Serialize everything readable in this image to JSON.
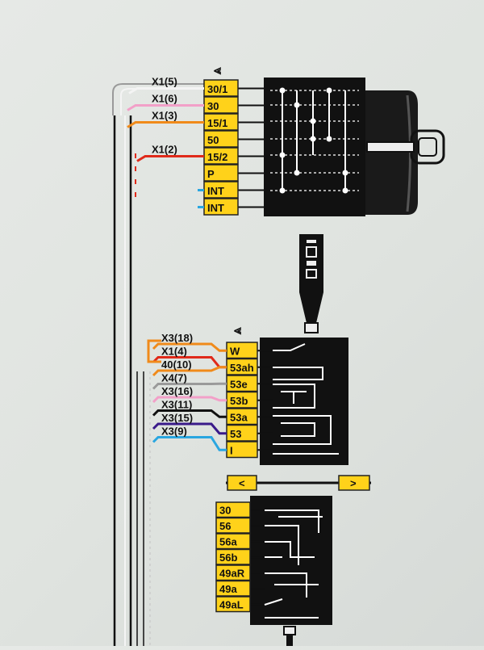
{
  "colors": {
    "terminal_fill": "#ffd21a",
    "terminal_stroke": "#222222",
    "switch_body": "#111111",
    "wire_orange": "#f08a1a",
    "wire_pink": "#f2a0c8",
    "wire_red": "#e02a1a",
    "wire_blue": "#2aa6e0",
    "wire_purple": "#3a1a8a",
    "wire_gray": "#9a9a9a",
    "wire_black": "#111111",
    "wire_white": "#f4f4f4"
  },
  "ignition": {
    "symbol": "⪡",
    "terminals": [
      "30/1",
      "30",
      "15/1",
      "50",
      "15/2",
      "P",
      "INT",
      "INT"
    ],
    "connectors": [
      {
        "label": "X1(5)",
        "row": 0,
        "wire": "white"
      },
      {
        "label": "X1(6)",
        "row": 1,
        "wire": "pink"
      },
      {
        "label": "X1(3)",
        "row": 2,
        "wire": "orange"
      },
      {
        "label": "X1(2)",
        "row": 4,
        "wire": "red"
      }
    ]
  },
  "stalk": {
    "symbol": "⪡",
    "terminals": [
      "W",
      "53ah",
      "53e",
      "53b",
      "53a",
      "53",
      "I"
    ],
    "connectors": [
      {
        "label": "X3(18)",
        "row": 0,
        "wire": "orange"
      },
      {
        "label": "X1(4)",
        "row": 1,
        "wire": "red"
      },
      {
        "label": "40(10)",
        "row": 1,
        "wire": "orange"
      },
      {
        "label": "X4(7)",
        "row": 2,
        "wire": "gray"
      },
      {
        "label": "X3(16)",
        "row": 3,
        "wire": "pink"
      },
      {
        "label": "X3(11)",
        "row": 4,
        "wire": "black"
      },
      {
        "label": "X3(15)",
        "row": 5,
        "wire": "purple"
      },
      {
        "label": "X3(9)",
        "row": 6,
        "wire": "blue"
      }
    ],
    "left_arrow": "<",
    "right_arrow": ">"
  },
  "lower_switch": {
    "terminals": [
      "30",
      "56",
      "56a",
      "56b",
      "49aR",
      "49a",
      "49aL"
    ]
  }
}
